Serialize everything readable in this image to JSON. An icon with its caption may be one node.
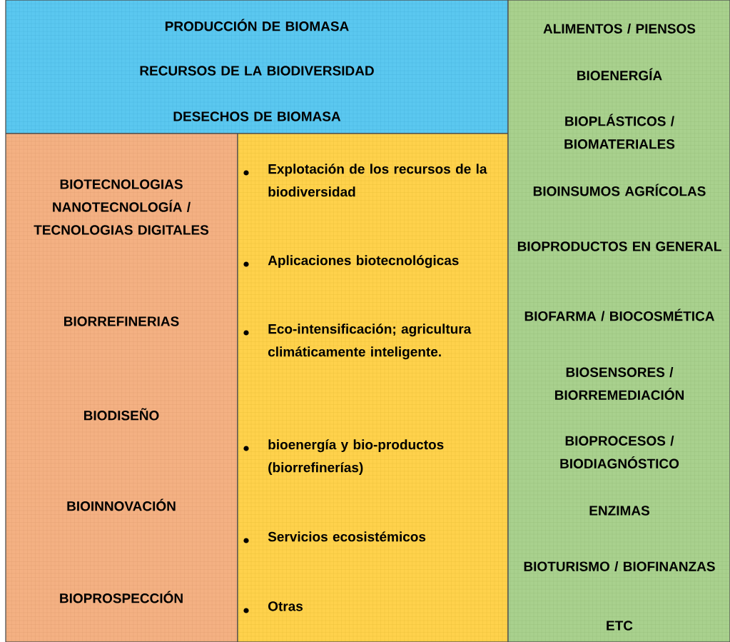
{
  "diagram": {
    "nodes": [
      {
        "text": [
          "PRODUCCIÓN DE BIOMASA",
          "RECURSOS DE LA BIODIVERSIDAD",
          "DESECHOS DE BIOMASA"
        ]
      },
      {
        "text": [
          "BIOTECNOLOGIAS NANOTECNOLOGÍA / TECNOLOGIAS DIGITALES",
          "BIORREFINERIAS",
          "BIODISEÑO",
          "BIOINNOVACIÓN",
          "BIOPROSPECCIÓN"
        ]
      },
      {
        "text": [
          "Explotación de los recursos de la biodiversidad",
          "Aplicaciones biotecnológicas",
          "Eco-intensificación; agricultura climáticamente inteligente.",
          "bioenergía y bio-productos (biorrefinerías)",
          "Servicios ecosistémicos",
          "Otras"
        ]
      },
      {
        "text": [
          "ALIMENTOS  / PIENSOS",
          "BIOENERGÍA",
          "BIOPLÁSTICOS / BIOMATERIALES",
          "BIOINSUMOS AGRÍCOLAS",
          "BIOPRODUCTOS EN GENERAL",
          "BIOFARMA / BIOCOSMÉTICA",
          "BIOSENSORES / BIORREMEDIACIÓN",
          "BIOPROCESOS / BIODIAGNÓSTICO",
          "ENZIMAS",
          "BIOTURISMO / BIOFINANZAS",
          "ETC"
        ]
      }
    ]
  }
}
